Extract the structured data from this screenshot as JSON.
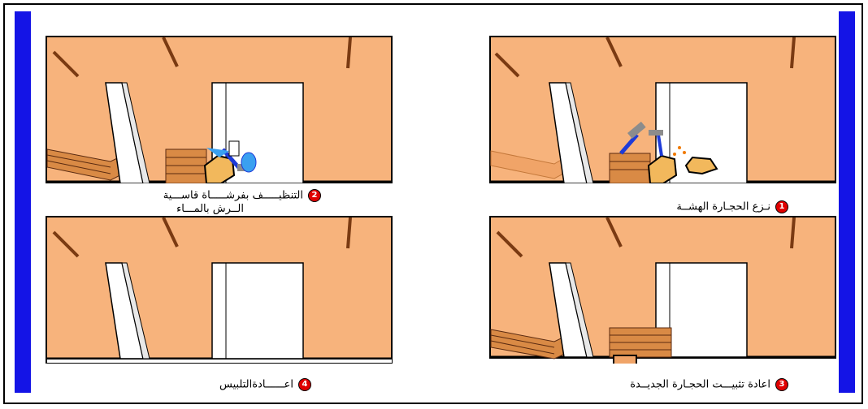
{
  "colors": {
    "wall": "#f7b37c",
    "wall_dark": "#f0a468",
    "brick": "#d98a45",
    "mortar": "#5a2a10",
    "crack": "#7a3a12",
    "frame_border": "#000000",
    "side_bar": "#1414e6",
    "badge": "#e00000",
    "tool_blue": "#1e3bd8",
    "tool_gray": "#8c8c8c",
    "water": "#3aa0f0",
    "plaster_patch": "#f2b85c"
  },
  "steps": [
    {
      "number": "1",
      "caption_lines": [
        "نـزع الحجـارة الهشــة"
      ]
    },
    {
      "number": "2",
      "caption_lines": [
        "التنظيـــــف بفرشـــــاة قاســـية",
        "الــرش بالمـــاء"
      ]
    },
    {
      "number": "3",
      "caption_lines": [
        "اعادة تثبيـــت الحجـارة الجديــدة"
      ]
    },
    {
      "number": "4",
      "caption_lines": [
        "اعــــــادةالتلبيس"
      ]
    }
  ]
}
